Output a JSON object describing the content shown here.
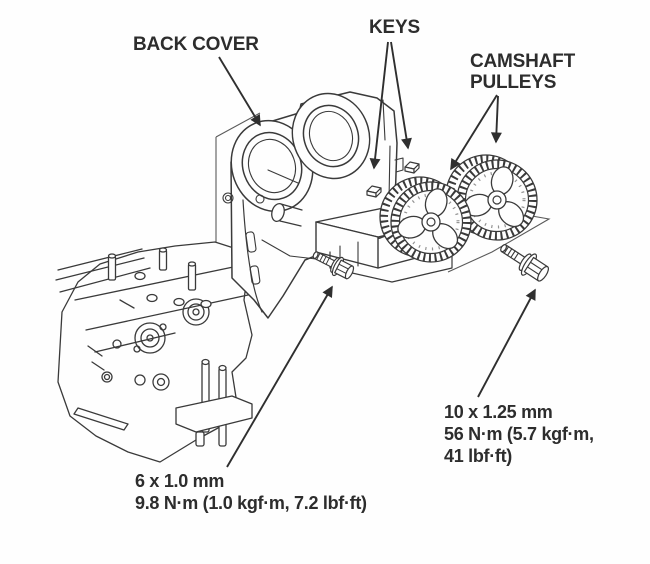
{
  "figure": {
    "labels": {
      "back_cover": "BACK COVER",
      "keys": "KEYS",
      "camshaft_pulleys_line1": "CAMSHAFT",
      "camshaft_pulleys_line2": "PULLEYS"
    },
    "specs": {
      "pulley_bolt_line1": "10 x 1.25 mm",
      "pulley_bolt_line2": "56 N·m (5.7 kgf·m,",
      "pulley_bolt_line3": "41 lbf·ft)",
      "cover_bolt_line1": "6 x 1.0 mm",
      "cover_bolt_line2": "9.8 N·m (1.0 kgf·m, 7.2 lbf·ft)"
    },
    "colors": {
      "background": "#fefefe",
      "line_art": "#3a3a3a",
      "text": "#2d2d2d"
    }
  }
}
